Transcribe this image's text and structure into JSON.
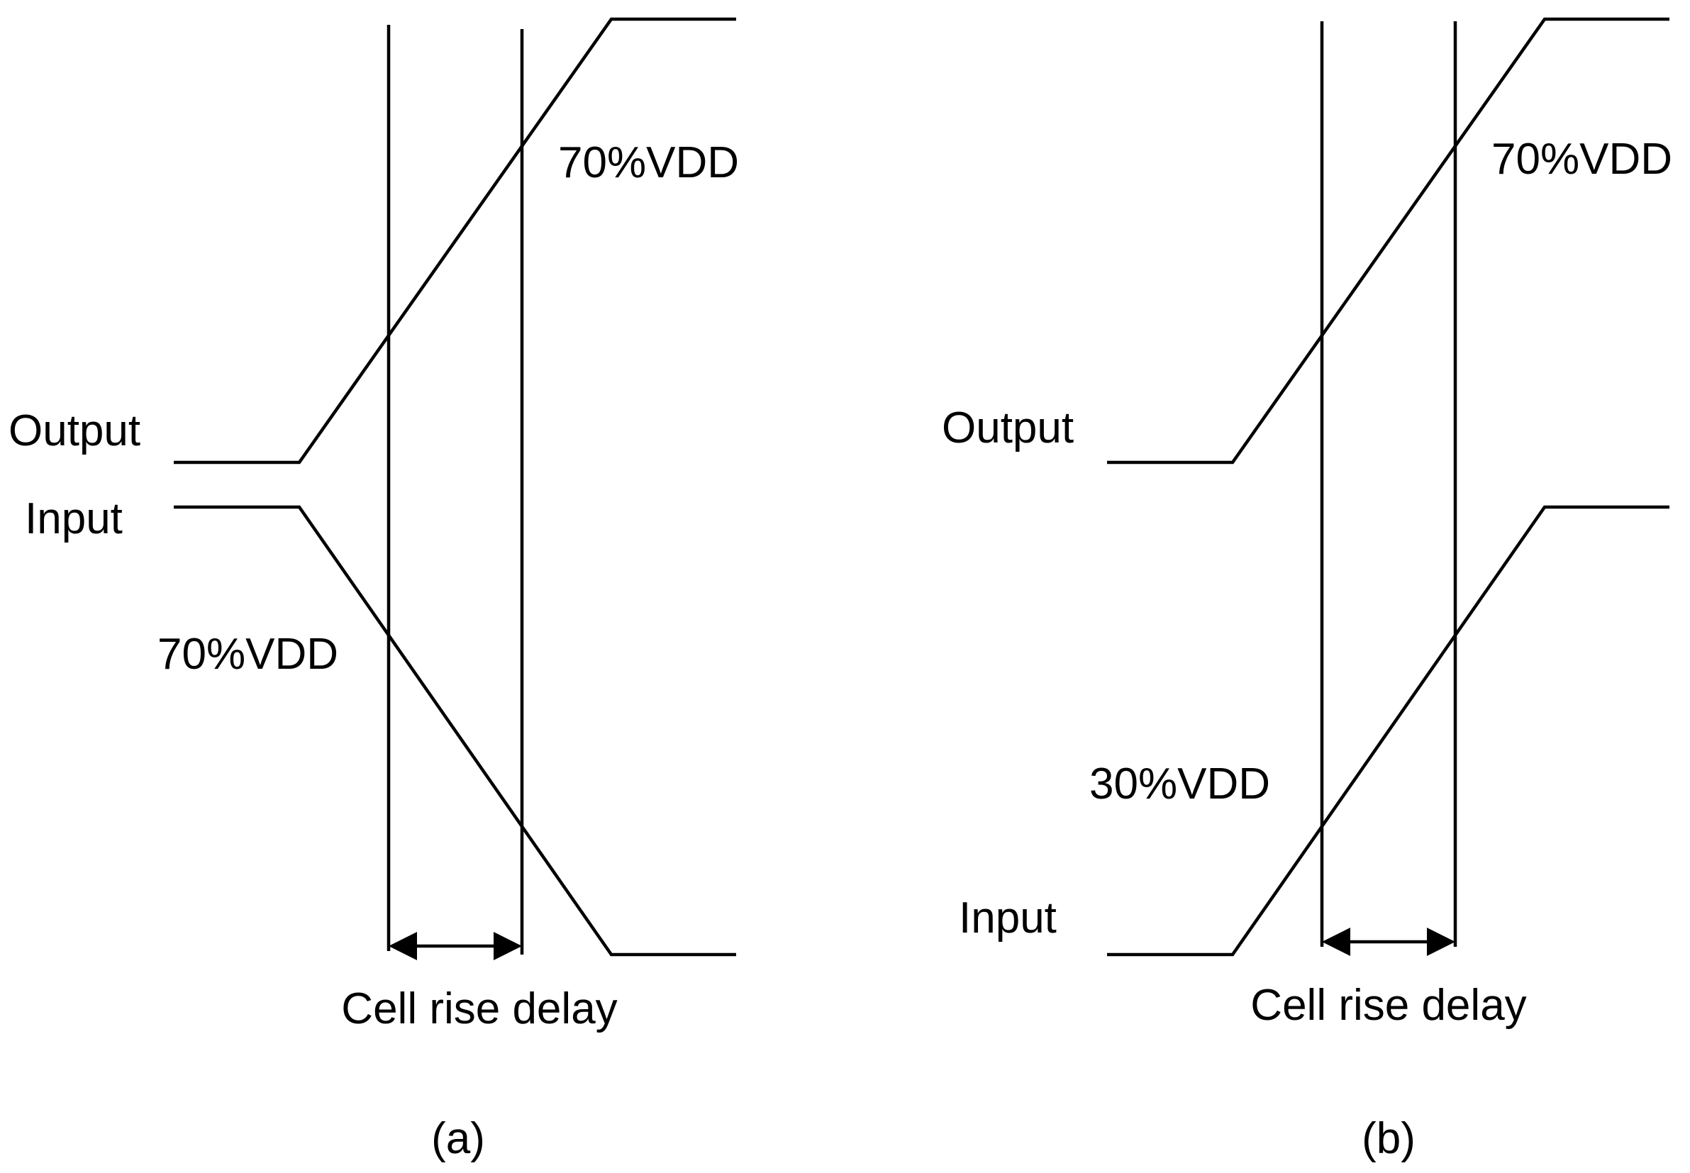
{
  "panels": [
    {
      "id": "a",
      "caption": "(a)",
      "output_label": "Output",
      "input_label": "Input",
      "output_threshold_label": "70%VDD",
      "input_threshold_label": "70%VDD",
      "delay_label": "Cell rise delay",
      "input_transition": "falling",
      "output_transition": "rising"
    },
    {
      "id": "b",
      "caption": "(b)",
      "output_label": "Output",
      "input_label": "Input",
      "output_threshold_label": "70%VDD",
      "input_threshold_label": "30%VDD",
      "delay_label": "Cell rise delay",
      "input_transition": "rising",
      "output_transition": "rising"
    }
  ]
}
